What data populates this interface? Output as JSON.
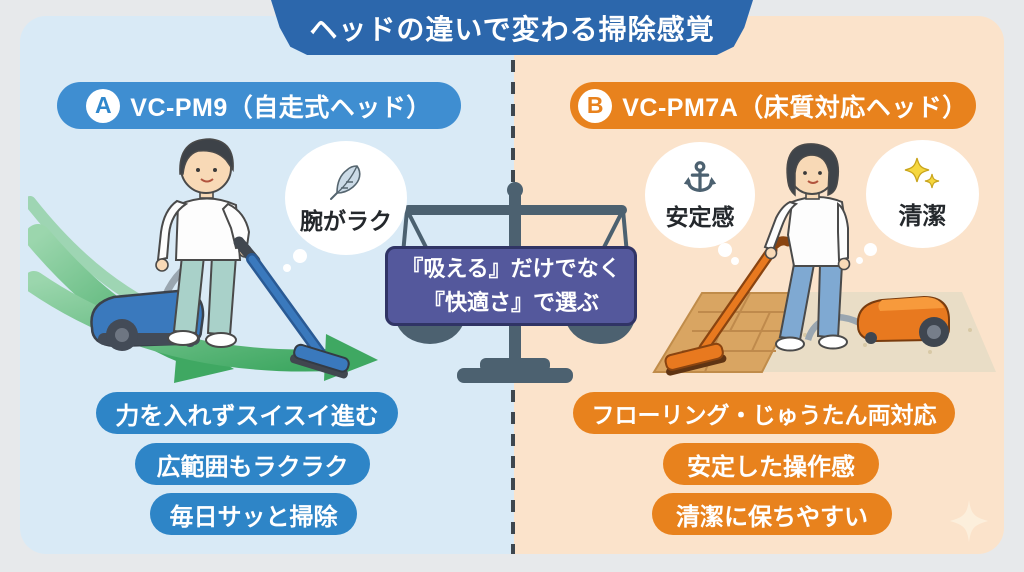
{
  "title": {
    "banner": "ヘッドの違いで変わる掃除感覚"
  },
  "center": {
    "message_line1": "『吸える』だけでなく",
    "message_line2": "『快適さ』で選ぶ",
    "scale_icon": "balance-scale-icon"
  },
  "left": {
    "badge": "A",
    "model": "VC-PM9（自走式ヘッド）",
    "head_type": "自走式ヘッド",
    "bubble": {
      "icon": "feather-icon",
      "label": "腕がラク"
    },
    "illustration": "man-vacuuming-with-green-speed-arrows",
    "benefits": [
      "力を入れずスイスイ進む",
      "広範囲もラクラク",
      "毎日サッと掃除"
    ]
  },
  "right": {
    "badge": "B",
    "model": "VC-PM7A（床質対応ヘッド）",
    "head_type": "床質対応ヘッド",
    "bubbles": [
      {
        "icon": "anchor-icon",
        "label": "安定感"
      },
      {
        "icon": "sparkle-icon",
        "label": "清潔"
      }
    ],
    "illustration": "woman-vacuuming-wood-floor-and-carpet",
    "benefits": [
      "フローリング・じゅうたん両対応",
      "安定した操作感",
      "清潔に保ちやすい"
    ]
  },
  "colors": {
    "banner_blue": "#2c67ac",
    "header_pill_blue": "#3f8ed1",
    "benefit_pill_blue": "#2e85c7",
    "orange": "#e8821d",
    "left_background": "#d9eaf6",
    "right_background": "#fbe3cb",
    "center_box": "#54589c",
    "center_box_border": "#303465",
    "scale_gray": "#4c6170",
    "arrow_green": "#46ab68",
    "outer_margin": "#e7e9eb"
  }
}
